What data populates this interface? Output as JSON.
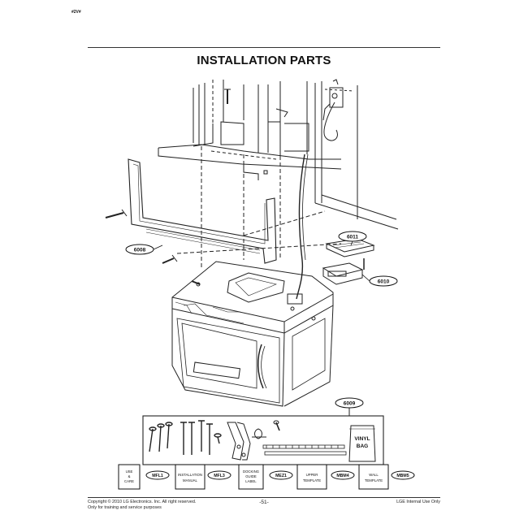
{
  "header": {
    "corner_code": "#2V#",
    "title": "INSTALLATION PARTS"
  },
  "callouts": {
    "p6008": "6008",
    "p6011": "6011",
    "p6010": "6010",
    "p6009": "6009"
  },
  "accessories": {
    "vinyl_bag": [
      "VINYL",
      "BAG"
    ],
    "use_care": {
      "lines": [
        "USE",
        "&",
        "CARE"
      ],
      "code": "MFL1"
    },
    "install_manual": {
      "lines": [
        "INSTALLATION",
        "MANUAL"
      ],
      "code": "MFL3"
    },
    "docking_label": {
      "lines": [
        "DOCKING",
        "GUIDE",
        "LABEL"
      ],
      "code": "MEZ1"
    },
    "upper_template": {
      "lines": [
        "UPPER",
        "TEMPLATE"
      ],
      "code": "MBM4"
    },
    "wall_template": {
      "lines": [
        "WALL",
        "TEMPLATE"
      ],
      "code": "MBM5"
    }
  },
  "footer": {
    "copyright_1": "Copyright © 2010 LG Electronics. Inc. All right reserved.",
    "copyright_2": "Only for training and service purposes",
    "page": "-51-",
    "internal": "LGE Internal Use Only"
  }
}
